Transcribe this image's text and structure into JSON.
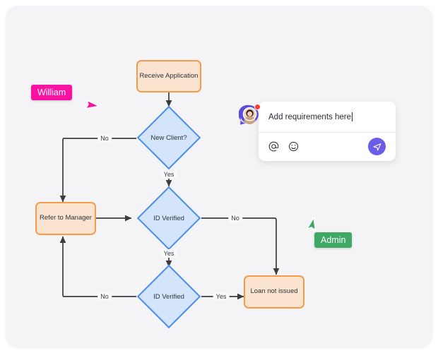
{
  "canvas": {
    "background": "#f4f4f6"
  },
  "flowchart": {
    "nodes": [
      {
        "id": "receive",
        "label": "Receive Application",
        "type": "process",
        "fill": "#fbe4cf",
        "stroke": "#f59b4a"
      },
      {
        "id": "newclient",
        "label": "New Client?",
        "type": "decision",
        "fill": "#d3e4fb",
        "stroke": "#4a90e8"
      },
      {
        "id": "refer",
        "label": "Refer to Manager",
        "type": "process",
        "fill": "#fbe4cf",
        "stroke": "#f59b4a"
      },
      {
        "id": "idv1",
        "label": "ID Verified",
        "type": "decision",
        "fill": "#d3e4fb",
        "stroke": "#4a90e8"
      },
      {
        "id": "idv2",
        "label": "ID Verified",
        "type": "decision",
        "fill": "#d3e4fb",
        "stroke": "#4a90e8"
      },
      {
        "id": "loan",
        "label": "Loan not issued",
        "type": "process",
        "fill": "#fbe4cf",
        "stroke": "#f59b4a"
      }
    ],
    "edge_labels": {
      "newclient_no": "No",
      "newclient_yes": "Yes",
      "idv1_no": "No",
      "idv1_yes": "Yes",
      "idv2_no": "No",
      "idv2_yes": "Yes"
    }
  },
  "cursors": [
    {
      "name": "William",
      "color": "#fa12a3"
    },
    {
      "name": "Admin",
      "color": "#3fa865"
    }
  ],
  "comment": {
    "text": "Add requirements here",
    "mention_icon": "at-icon",
    "emoji_icon": "emoji-smiley-icon",
    "send_icon": "send-paper-plane-icon",
    "send_color": "#6c5ce7",
    "avatar_icon": "user-avatar-pin",
    "badge_color": "#ff3b30"
  }
}
